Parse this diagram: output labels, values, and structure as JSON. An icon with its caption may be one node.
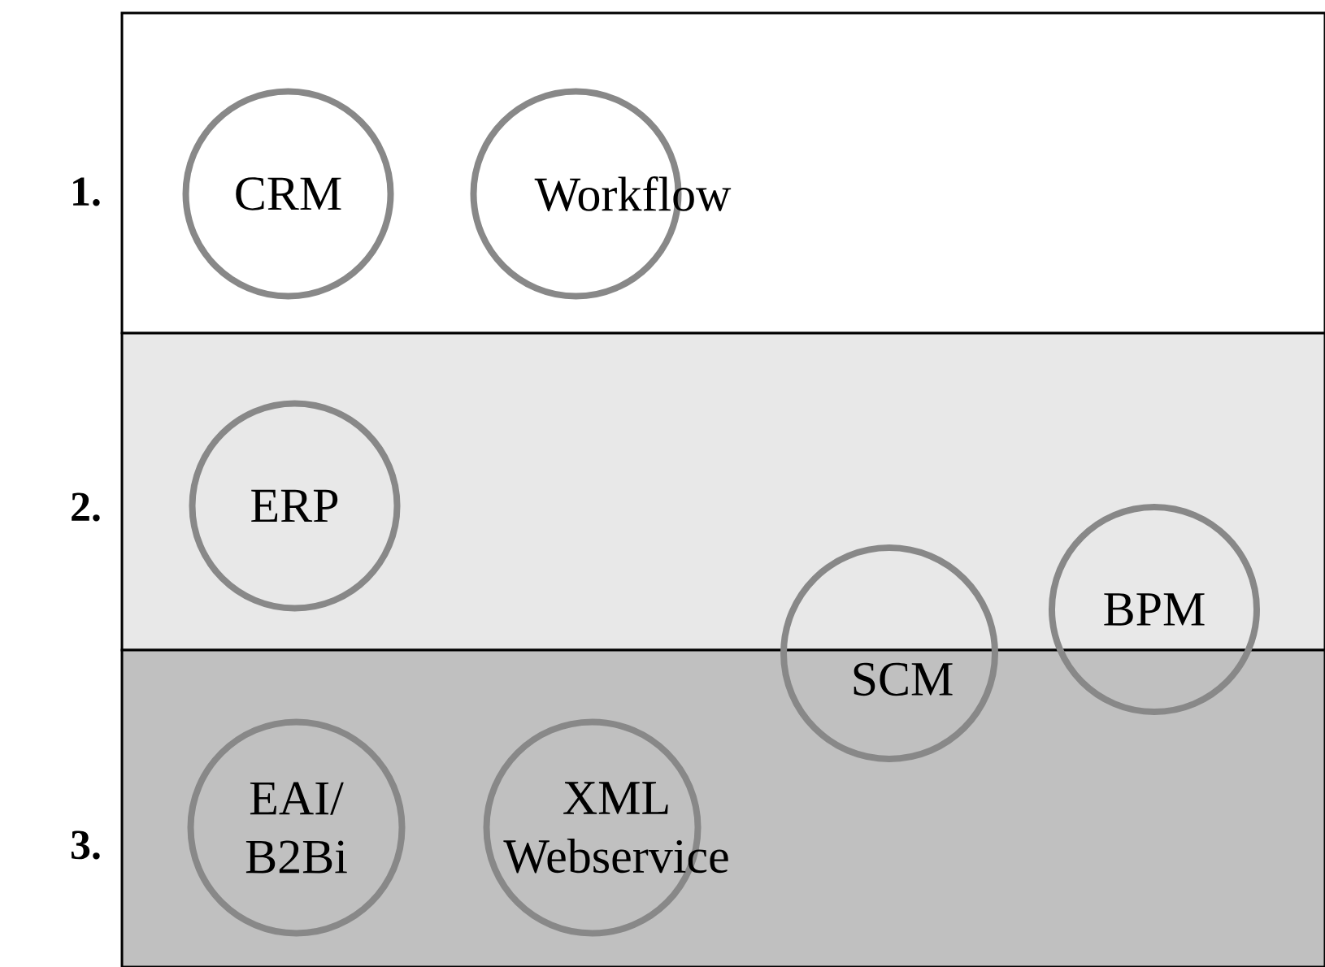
{
  "diagram": {
    "nodes": [
      {
        "text": [
          "1."
        ]
      },
      {
        "text": [
          "2."
        ]
      },
      {
        "text": [
          "3."
        ]
      },
      {
        "text": [
          "CRM"
        ],
        "in": 0
      },
      {
        "text": [
          "Workflow"
        ],
        "in": 0
      },
      {
        "text": [
          "ERP"
        ],
        "in": 1
      },
      {
        "text": [
          "SCM"
        ]
      },
      {
        "text": [
          "BPM"
        ]
      },
      {
        "text": [
          "EAI/ B2Bi"
        ],
        "in": 2
      },
      {
        "text": [
          "XML Webservice"
        ],
        "in": 2
      }
    ]
  }
}
